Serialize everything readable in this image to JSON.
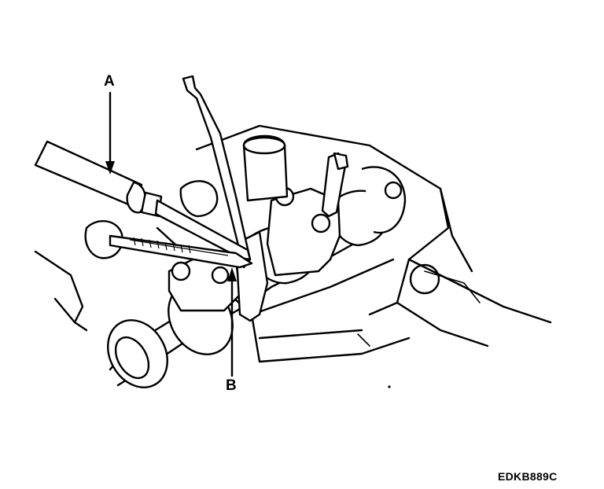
{
  "labels": {
    "a": "A",
    "b": "B"
  },
  "reference_code": "EDKB889C",
  "colors": {
    "ink": "#000000",
    "paper": "#ffffff"
  }
}
